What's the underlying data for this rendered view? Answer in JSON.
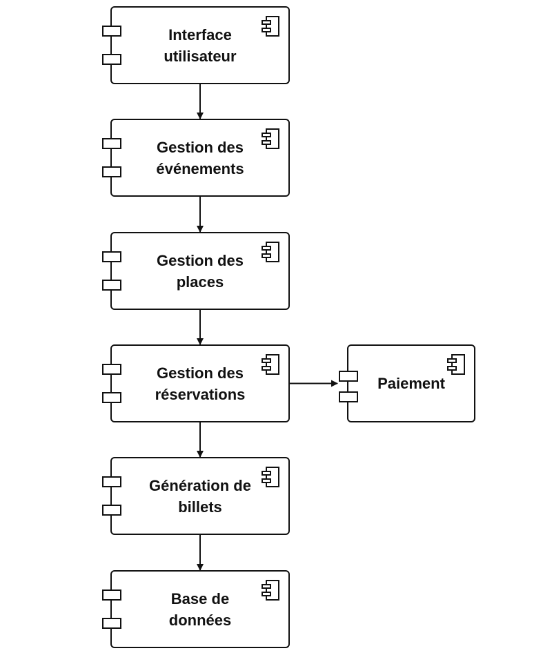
{
  "diagram": {
    "components": [
      {
        "id": "ui",
        "lines": [
          "Interface",
          "utilisateur"
        ],
        "icon": "component-icon"
      },
      {
        "id": "events",
        "lines": [
          "Gestion des",
          "événements"
        ],
        "icon": "component-icon"
      },
      {
        "id": "places",
        "lines": [
          "Gestion des",
          "places"
        ],
        "icon": "component-icon"
      },
      {
        "id": "reservations",
        "lines": [
          "Gestion des",
          "réservations"
        ],
        "icon": "component-icon"
      },
      {
        "id": "payment",
        "lines": [
          "Paiement"
        ],
        "icon": "component-icon"
      },
      {
        "id": "tickets",
        "lines": [
          "Génération de",
          "billets"
        ],
        "icon": "component-icon"
      },
      {
        "id": "database",
        "lines": [
          "Base de",
          "données"
        ],
        "icon": "component-icon"
      }
    ],
    "connections": [
      {
        "from": "ui",
        "to": "events"
      },
      {
        "from": "events",
        "to": "places"
      },
      {
        "from": "places",
        "to": "reservations"
      },
      {
        "from": "reservations",
        "to": "payment"
      },
      {
        "from": "reservations",
        "to": "tickets"
      },
      {
        "from": "tickets",
        "to": "database"
      }
    ],
    "colors": {
      "stroke": "#111111",
      "background": "#ffffff"
    }
  }
}
